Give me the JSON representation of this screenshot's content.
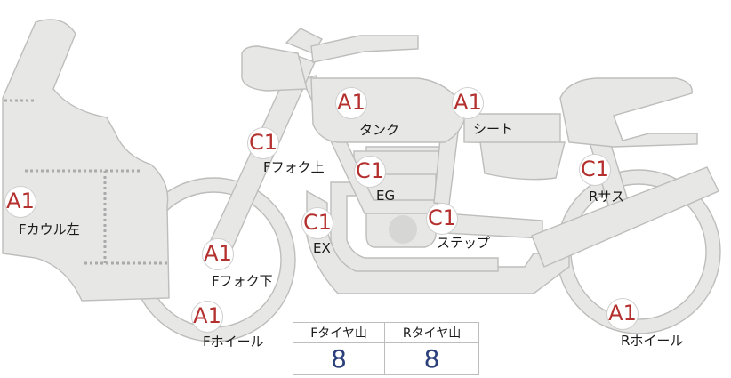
{
  "parts": [
    {
      "id": "f-cowl-left",
      "label": "Fカウル左",
      "grade": "A1"
    },
    {
      "id": "f-fork-lower",
      "label": "Fフォク下",
      "grade": "A1"
    },
    {
      "id": "f-wheel",
      "label": "Fホイール",
      "grade": "A1"
    },
    {
      "id": "f-fork-upper",
      "label": "Fフォク上",
      "grade": "C1"
    },
    {
      "id": "tank",
      "label": "タンク",
      "grade": "A1"
    },
    {
      "id": "engine",
      "label": "EG",
      "grade": "C1"
    },
    {
      "id": "exhaust",
      "label": "EX",
      "grade": "C1"
    },
    {
      "id": "step",
      "label": "ステップ",
      "grade": "C1"
    },
    {
      "id": "seat",
      "label": "シート",
      "grade": "A1"
    },
    {
      "id": "r-suspension",
      "label": "Rサス",
      "grade": "C1"
    },
    {
      "id": "r-wheel",
      "label": "Rホイール",
      "grade": "A1"
    }
  ],
  "tread": {
    "front_header": "Fタイヤ山",
    "rear_header": "Rタイヤ山",
    "front_value": "8",
    "rear_value": "8"
  },
  "colors": {
    "grade_text": "#b3302e",
    "value_text": "#2b3f7a",
    "part_fill": "#e7e7e5",
    "part_stroke": "#bdbdbb"
  }
}
